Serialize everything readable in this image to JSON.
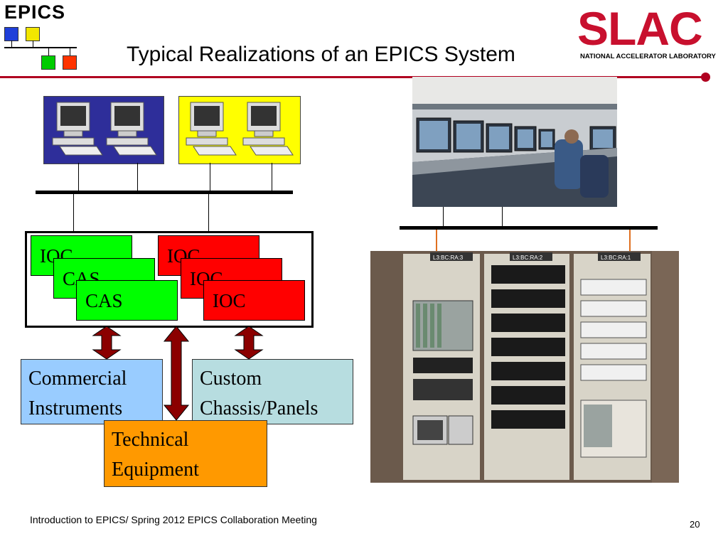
{
  "epics_logo": {
    "text": "EPICS",
    "colors": [
      "#1f3fd9",
      "#f2e600",
      "#00cc00",
      "#ff3300"
    ]
  },
  "slac_logo": {
    "word": "SLAC",
    "subtitle": "NATIONAL ACCELERATOR LABORATORY",
    "color": "#c8102e"
  },
  "title": "Typical Realizations of an EPICS System",
  "workstation_groups": [
    {
      "background": "#2e2e9a",
      "icon": "computer-workstation-icon"
    },
    {
      "background": "#ffff00",
      "icon": "computer-workstation-icon"
    }
  ],
  "ioc_cards": [
    {
      "label": "IOC",
      "color": "#00ff00"
    },
    {
      "label": "CAS",
      "color": "#00ff00"
    },
    {
      "label": "CAS",
      "color": "#00ff00"
    },
    {
      "label": "IOC",
      "color": "#ff0000"
    },
    {
      "label": "IOC",
      "color": "#ff0000"
    },
    {
      "label": "IOC",
      "color": "#ff0000"
    }
  ],
  "boxes": {
    "commercial": {
      "label": "Commercial Instruments",
      "color": "#99ccff"
    },
    "custom": {
      "label": "Custom Chassis/Panels",
      "color": "#b7dde0"
    },
    "technical": {
      "label": "Technical Equipment",
      "color": "#ff9900"
    }
  },
  "arrow_color": "#8b0000",
  "photos": {
    "control_room": {
      "icon": "control-room-photo",
      "rack_labels": []
    },
    "racks": {
      "icon": "equipment-rack-photo",
      "rack_labels": [
        "L3:BC:RA:3",
        "L3:BC:RA:2",
        "L3:BC:RA:1"
      ]
    }
  },
  "footer": "Introduction to EPICS/ Spring 2012 EPICS Collaboration Meeting",
  "page_number": "20"
}
